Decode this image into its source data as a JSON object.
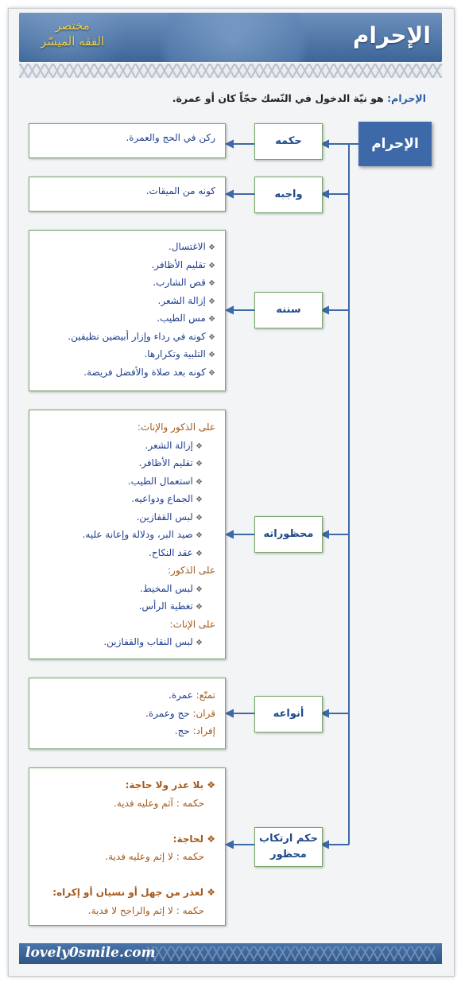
{
  "header": {
    "title": "الإحرام",
    "brand_line1": "مختصر",
    "brand_line2": "الفقه الميسّر"
  },
  "definition": {
    "label": "الإحرام:",
    "text": " هو نيّة الدخول في النّسك حجّاً كان أو عمرة."
  },
  "root_label": "الإحرام",
  "rows": {
    "hukm": {
      "label": "حكمه",
      "text": "ركن في الحج والعمرة."
    },
    "wajib": {
      "label": "واجبه",
      "text": "كونه من الميقات."
    },
    "sunan": {
      "label": "سننه",
      "items": [
        "الاغتسال.",
        "تقليم الأظافر.",
        "قص الشارب.",
        "إزالة الشعر.",
        "مس الطيب.",
        "كونه في رداء وإزار أبيضين نظيفين.",
        "التلبية وتكرارها.",
        "كونه بعد صلاة والأفضل فريضة."
      ]
    },
    "mahzurat": {
      "label": "محظوراته",
      "group1_title": "على الذكور والإناث:",
      "group1": [
        "إزالة الشعر.",
        "تقليم الأظافر.",
        "استعمال الطيب.",
        "الجماع ودواعيه.",
        "لبس القفازين.",
        "صيد البر، ودلالة وإعانة عليه.",
        "عقد النكاح."
      ],
      "group2_title": "على الذكور:",
      "group2": [
        "لبس المخيط.",
        "تغطية الرأس."
      ],
      "group3_title": "على الإناث:",
      "group3": [
        "لبس النقاب والقفازين."
      ]
    },
    "anwa": {
      "label": "أنواعه",
      "items": [
        {
          "name": "تمتّع:",
          "value": " عمرة."
        },
        {
          "name": "قران:",
          "value": " حج وعمرة."
        },
        {
          "name": "إفراد:",
          "value": " حج."
        }
      ]
    },
    "irtikab": {
      "label_line1": "حكم ارتكاب",
      "label_line2": "محظور",
      "cases": [
        {
          "title": "❖ بلا عذر ولا حاجة:",
          "rule_label": "حكمه :",
          "rule": " آثم وعليه فدية."
        },
        {
          "title": "❖ لحاجة:",
          "rule_label": "حكمه :",
          "rule": " لا إثم وعليه فدية."
        },
        {
          "title": "❖ لعذر من جهل أو نسيان أو إكراه:",
          "rule_label": "حكمه :",
          "rule": " لا إثم والراجح لا فدية."
        }
      ]
    }
  },
  "footer": {
    "site": "lovely0smile.com"
  },
  "colors": {
    "accent": "#3e69a8",
    "connector": "#3e69a8",
    "box_border": "#74a96a",
    "heading": "#a45a1c",
    "brand": "#f4d23c"
  }
}
